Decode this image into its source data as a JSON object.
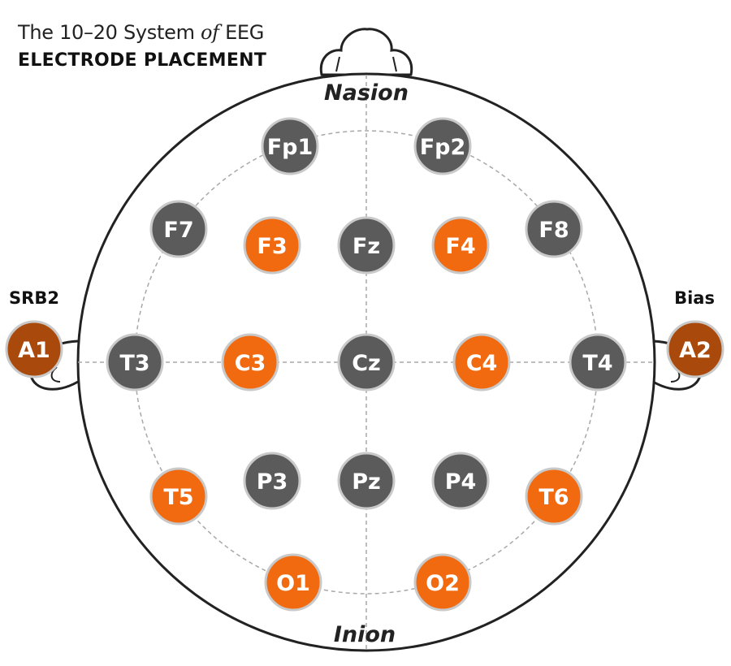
{
  "title": {
    "part1": "The 10–20 System ",
    "part2": "of",
    "part3": " EEG",
    "line2": "ELECTRODE PLACEMENT"
  },
  "landmarks": {
    "front": "Nasion",
    "back": "Inion",
    "left_ear_label": "SRB2",
    "right_ear_label": "Bias"
  },
  "colors": {
    "gray": "#5b5b5b",
    "orange": "#f26a10",
    "ear_brown": "#a94a0c",
    "outline": "#222222",
    "grid": "#a8a8a8"
  },
  "electrodes": [
    {
      "label": "Fp1",
      "color": "gray"
    },
    {
      "label": "Fp2",
      "color": "gray"
    },
    {
      "label": "F7",
      "color": "gray"
    },
    {
      "label": "F3",
      "color": "orange"
    },
    {
      "label": "Fz",
      "color": "gray"
    },
    {
      "label": "F4",
      "color": "orange"
    },
    {
      "label": "F8",
      "color": "gray"
    },
    {
      "label": "T3",
      "color": "gray"
    },
    {
      "label": "C3",
      "color": "orange"
    },
    {
      "label": "Cz",
      "color": "gray"
    },
    {
      "label": "C4",
      "color": "orange"
    },
    {
      "label": "T4",
      "color": "gray"
    },
    {
      "label": "T5",
      "color": "orange"
    },
    {
      "label": "P3",
      "color": "gray"
    },
    {
      "label": "Pz",
      "color": "gray"
    },
    {
      "label": "P4",
      "color": "gray"
    },
    {
      "label": "T6",
      "color": "orange"
    },
    {
      "label": "O1",
      "color": "orange"
    },
    {
      "label": "O2",
      "color": "orange"
    },
    {
      "label": "A1",
      "color": "ear_brown"
    },
    {
      "label": "A2",
      "color": "ear_brown"
    }
  ]
}
